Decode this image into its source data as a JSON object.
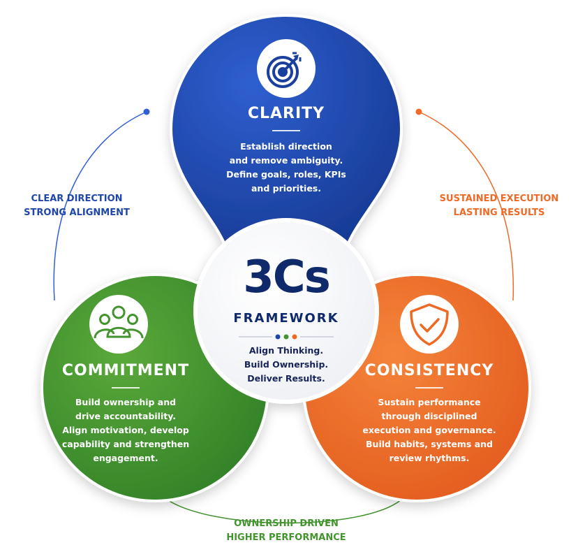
{
  "colors": {
    "clarity": "#1f47ab",
    "commitment": "#43932f",
    "consistency": "#ee6a24",
    "center_text": "#0f2a6b",
    "accent_dot": "#2e5fd4",
    "orange_dot": "#ef6a26"
  },
  "center": {
    "title": "3Cs",
    "subtitle": "FRAMEWORK",
    "tagline_lines": [
      "Align Thinking.",
      "Build Ownership.",
      "Deliver Results."
    ]
  },
  "clarity": {
    "title": "CLARITY",
    "icon": "target-icon",
    "description_lines": [
      "Establish direction",
      "and remove ambiguity.",
      "Define goals, roles, KPIs",
      "and priorities."
    ]
  },
  "commitment": {
    "title": "COMMITMENT",
    "icon": "people-group-icon",
    "description_lines": [
      "Build ownership and",
      "drive accountability.",
      "Align motivation, develop",
      "capability and strengthen",
      "engagement."
    ]
  },
  "consistency": {
    "title": "CONSISTENCY",
    "icon": "shield-check-icon",
    "description_lines": [
      "Sustain performance",
      "through disciplined",
      "execution and governance.",
      "Build habits, systems and",
      "review rhythms."
    ]
  },
  "arc_labels": {
    "left": [
      "CLEAR DIRECTION",
      "STRONG ALIGNMENT"
    ],
    "right": [
      "SUSTAINED EXECUTION",
      "LASTING RESULTS"
    ],
    "bottom": [
      "OWNERSHIP DRIVEN",
      "HIGHER PERFORMANCE"
    ]
  }
}
